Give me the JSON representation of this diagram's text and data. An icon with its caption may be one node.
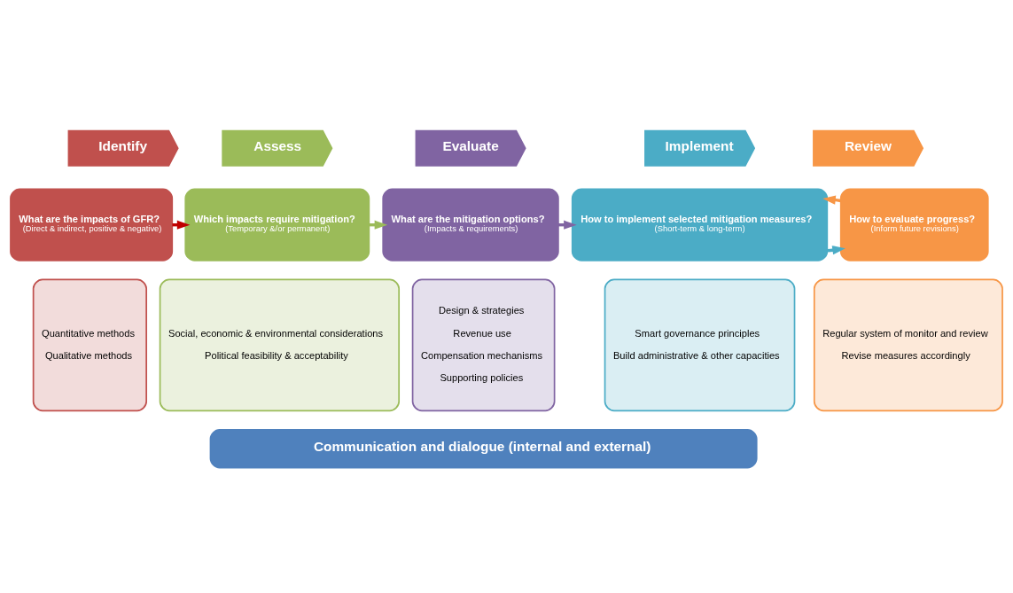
{
  "diagram": {
    "nodes": [
      {
        "text": [
          "Identify"
        ]
      },
      {
        "text": [
          "Assess"
        ]
      },
      {
        "text": [
          "Evaluate"
        ]
      },
      {
        "text": [
          "Implement"
        ]
      },
      {
        "text": [
          "Review"
        ]
      },
      {
        "text": [
          "What are the impacts of GFR?",
          "(Direct & indirect, positive & negative)"
        ]
      },
      {
        "text": [
          "Which impacts require mitigation?",
          "(Temporary &/or permanent)"
        ]
      },
      {
        "text": [
          "What are the mitigation options?",
          "(Impacts & requirements)"
        ]
      },
      {
        "text": [
          "How to implement selected mitigation measures?",
          "(Short-term & long-term)"
        ]
      },
      {
        "text": [
          "How to evaluate progress?",
          "(Inform future revisions)"
        ]
      },
      {
        "text": [
          "Quantitative methods",
          "Qualitative methods"
        ]
      },
      {
        "text": [
          "Social, economic & environmental considerations",
          "Political feasibility & acceptability"
        ]
      },
      {
        "text": [
          "Design & strategies",
          "Revenue use",
          "Compensation mechanisms",
          "Supporting policies"
        ]
      },
      {
        "text": [
          "Smart governance principles",
          "Build administrative & other capacities"
        ]
      },
      {
        "text": [
          "Regular system of monitor and review",
          "Revise measures accordingly"
        ]
      },
      {
        "text": [
          "Communication and dialogue (internal and external)"
        ]
      }
    ],
    "edges": [
      {
        "from": 5,
        "to": 6,
        "arrow": "to",
        "color": "#c00000"
      },
      {
        "from": 6,
        "to": 7,
        "arrow": "to",
        "color": "#9bbb59"
      },
      {
        "from": 7,
        "to": 8,
        "arrow": "to",
        "color": "#8064a2"
      },
      {
        "from": 8,
        "to": 9,
        "arrow": "to",
        "color": "#4bacc6"
      },
      {
        "from": 9,
        "to": 8,
        "arrow": "to",
        "color": "#f79646"
      }
    ]
  }
}
